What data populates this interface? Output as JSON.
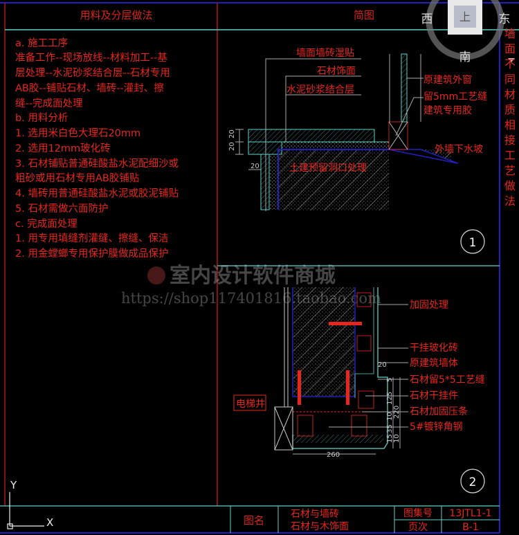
{
  "header": {
    "left_title": "用料及分层做法",
    "right_title": "简图"
  },
  "notes": [
    "a. 施工工序",
    "准备工作--现场放线--材料加工--基",
    "层处理--水泥砂浆结合层--石材专用",
    "AB胶--铺贴石材、墙砖--灌封、擦",
    "缝--完成面处理",
    "b. 用料分析",
    "1. 选用米白色大理石20mm",
    "2. 选用12mm玻化砖",
    "3. 石材铺贴普通硅酸盐水泥配细沙或",
    "粗砂或用石材专用AB胶铺贴",
    "4. 墙砖用普通硅酸盐水泥或胶泥铺贴",
    "5. 石材需做六面防护",
    "c. 完成面处理",
    "1. 用专用填缝剂灌缝、擦缝、保洁",
    "2. 用金螳螂专用保护膜做成品保护"
  ],
  "detail1": {
    "number": "1",
    "labels": [
      "墙面墙砖湿贴",
      "石材饰面",
      "水泥砂浆结合层",
      "原建筑外窗",
      "留5mm工艺缝",
      "建筑专用胶",
      "外墙下水坡",
      "土建预留洞口处理"
    ],
    "dims": [
      "20",
      "20",
      "20"
    ]
  },
  "detail2": {
    "number": "2",
    "labels": [
      "加固处理",
      "干挂玻化砖",
      "原建筑墙体",
      "石材留5*5工艺缝",
      "石材干挂件",
      "石材加固压条",
      "5#镀锌角钢"
    ],
    "elevator_label": "电梯井",
    "dims": [
      "20",
      "5",
      "125",
      "220",
      "10",
      "35",
      "15",
      "10",
      "260"
    ]
  },
  "side_title": "墙面不同材质相接工艺做法",
  "title_block": {
    "name_label": "图名",
    "name_line1": "石材与墙砖",
    "name_line2": "石材与木饰面",
    "atlas_label": "图集号",
    "atlas_value": "13JTL1-1",
    "page_label": "页次",
    "page_value": "B-1"
  },
  "viewcube": {
    "west": "西",
    "east": "东",
    "south": "南",
    "face": "上"
  },
  "watermark": {
    "line1": "室内设计软件商城",
    "line2": "https://shop117401816.taobao.com"
  },
  "ucs": {
    "x": "X",
    "y": "Y"
  },
  "colors": {
    "red": "#e8261e",
    "cyan": "#5fd0c8",
    "blue": "#2020c0",
    "background": "#000000"
  }
}
